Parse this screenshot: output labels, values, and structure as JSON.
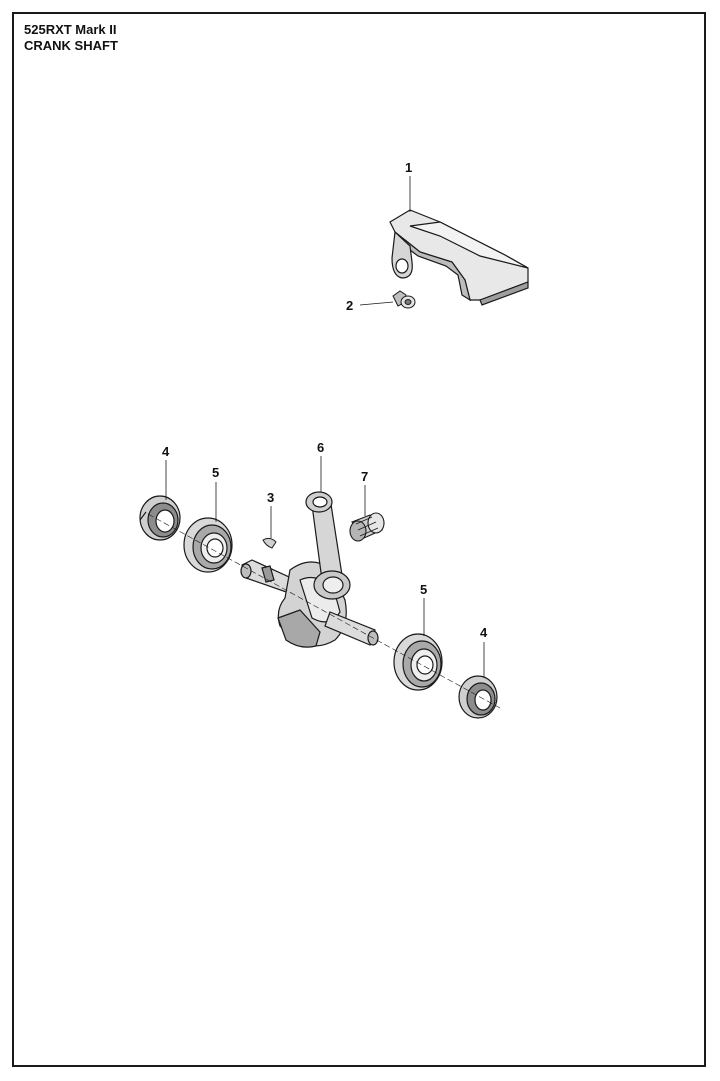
{
  "header": {
    "model": "525RXT Mark II",
    "section": "CRANK SHAFT"
  },
  "callouts": [
    {
      "id": "c1",
      "label": "1"
    },
    {
      "id": "c2",
      "label": "2"
    },
    {
      "id": "c3",
      "label": "3"
    },
    {
      "id": "c4a",
      "label": "4"
    },
    {
      "id": "c4b",
      "label": "4"
    },
    {
      "id": "c5a",
      "label": "5"
    },
    {
      "id": "c5b",
      "label": "5"
    },
    {
      "id": "c6",
      "label": "6"
    },
    {
      "id": "c7",
      "label": "7"
    }
  ],
  "colors": {
    "ink": "#1a1a1a",
    "part_fill": "#e6e6e6",
    "part_dark": "#8a8a8a"
  }
}
